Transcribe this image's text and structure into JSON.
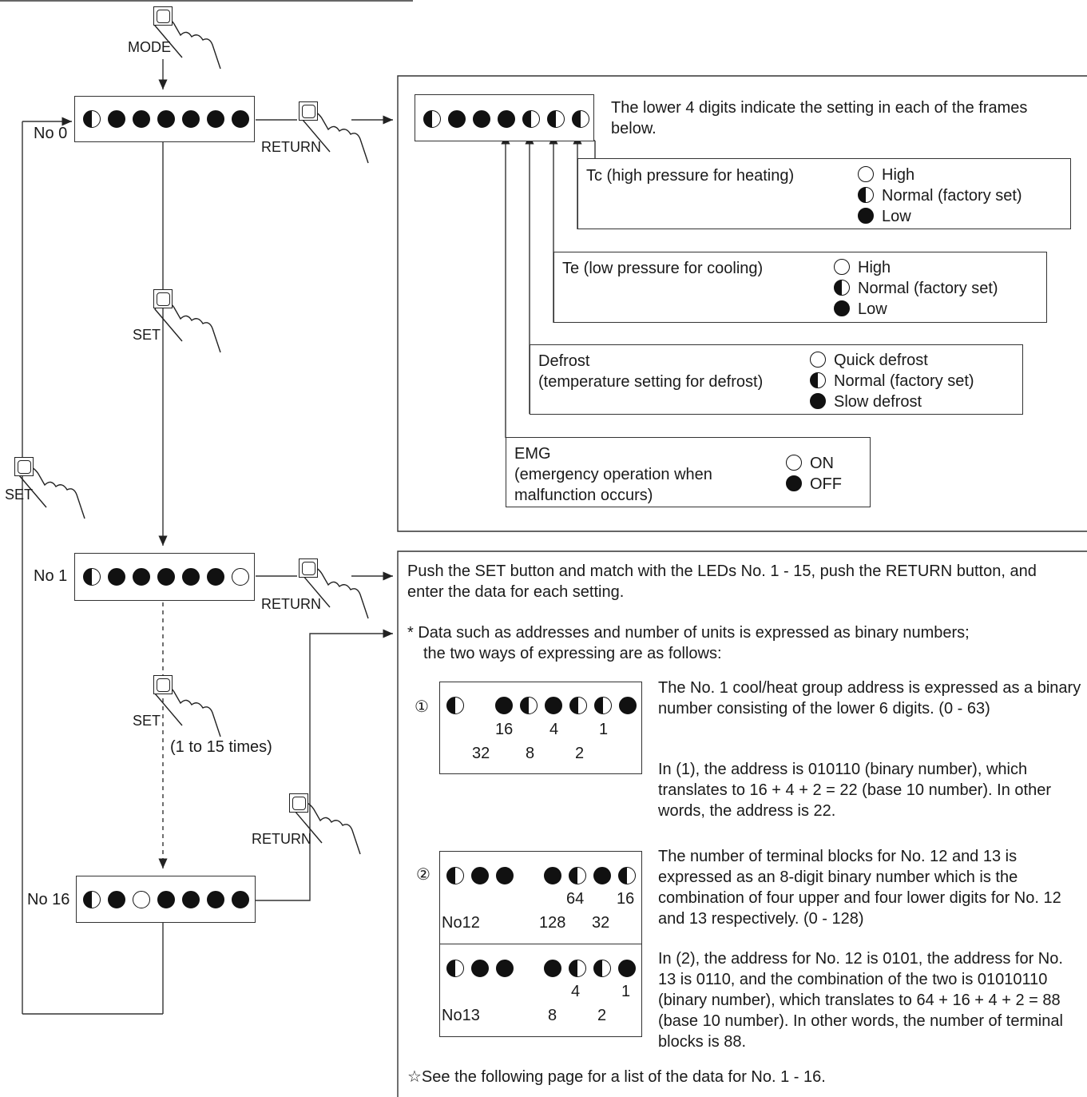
{
  "flow": {
    "mode_label": "MODE",
    "set_label": "SET",
    "return_label": "RETURN",
    "times_label": "(1 to 15 times)",
    "no0": "No 0",
    "no1": "No 1",
    "no16": "No 16",
    "led_no0": [
      "half",
      "on",
      "on",
      "on",
      "on",
      "on",
      "on"
    ],
    "led_no1": [
      "half",
      "on",
      "on",
      "on",
      "on",
      "on",
      "off"
    ],
    "led_no16": [
      "half",
      "on",
      "off",
      "on",
      "on",
      "on",
      "on"
    ]
  },
  "detail": {
    "led": [
      "half",
      "on",
      "on",
      "on",
      "half",
      "half",
      "half"
    ],
    "intro": "The lower 4 digits indicate the setting in each of the frames below.",
    "tc": {
      "title": "Tc (high pressure for heating)",
      "opts": [
        "High",
        "Normal (factory set)",
        "Low"
      ]
    },
    "te": {
      "title": "Te (low pressure for cooling)",
      "opts": [
        "High",
        "Normal (factory set)",
        "Low"
      ]
    },
    "defrost": {
      "title": "Defrost",
      "subtitle": "(temperature setting for defrost)",
      "opts": [
        "Quick defrost",
        "Normal (factory set)",
        "Slow defrost"
      ]
    },
    "emg": {
      "title": "EMG",
      "line2": "(emergency operation when",
      "line3": "malfunction occurs)",
      "opts": [
        "ON",
        "OFF"
      ]
    }
  },
  "data": {
    "p1": "Push the SET button and match with the LEDs No. 1 - 15, push the RETURN button, and enter the data for each setting.",
    "p2a": "* Data such as addresses and number of units is expressed as binary numbers;",
    "p2b": "the two ways of expressing are as follows:",
    "ex1_mark": "①",
    "ex1_nums_top": [
      "16",
      "4",
      "1"
    ],
    "ex1_nums_bot": [
      "32",
      "8",
      "2"
    ],
    "ex1_text1": "The No. 1 cool/heat group address is expressed as a binary number consisting of the lower 6 digits.  (0 - 63)",
    "ex1_text2": "In (1), the address is 010110 (binary number), which translates to 16 + 4 + 2 = 22 (base 10 number). In other words, the address is 22.",
    "ex2_mark": "②",
    "no12": "No12",
    "no13": "No13",
    "ex2_nums_top": [
      "64",
      "16"
    ],
    "ex2_nums_bot": [
      "128",
      "32"
    ],
    "ex2b_nums_top": [
      "4",
      "1"
    ],
    "ex2b_nums_bot": [
      "8",
      "2"
    ],
    "ex2_text1": "The number of terminal blocks for No. 12 and 13 is expressed as an 8-digit binary number which is the combination of four upper and four lower digits for No. 12 and 13 respectively. (0 - 128)",
    "ex2_text2": "In (2), the address for No. 12 is 0101, the address for No. 13 is 0110, and the combination of the two is 01010110 (binary number), which translates to 64 + 16 + 4 + 2 = 88 (base 10 number). In other words, the number of terminal blocks is 88.",
    "footer": "☆See the following page for a list of the data for No. 1 - 16."
  }
}
